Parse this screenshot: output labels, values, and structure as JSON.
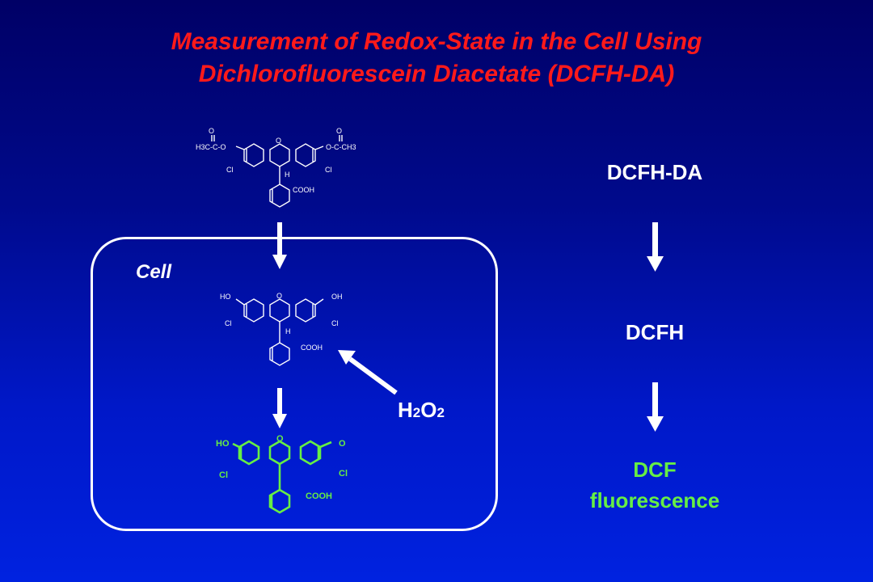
{
  "title": {
    "line1": "Measurement of Redox-State in the Cell Using",
    "line2": "Dichlorofluorescein Diacetate (DCFH-DA)"
  },
  "cell": {
    "label": "Cell"
  },
  "oxidant": {
    "h": "H",
    "sub1": "2",
    "o": "O",
    "sub2": "2"
  },
  "pathway": {
    "step1": "DCFH-DA",
    "step2": "DCFH",
    "step3_line1": "DCF",
    "step3_line2": "fluorescence"
  },
  "structures": {
    "top": {
      "left_group": "H3C-C-O",
      "right_group": "O-C-CH3",
      "carbonyl_o": "O",
      "ring_o": "O",
      "cl": "Cl",
      "h": "H",
      "acid": "COOH"
    },
    "middle": {
      "ho": "HO",
      "oh": "OH",
      "ring_o": "O",
      "cl": "Cl",
      "h": "H",
      "acid": "COOH"
    },
    "bottom": {
      "ho": "HO",
      "keto_o": "O",
      "ring_o": "O",
      "cl": "Cl",
      "acid": "COOH"
    }
  },
  "colors": {
    "title": "#ff1a1a",
    "dcf": "#66ee44",
    "foreground": "#ffffff"
  }
}
